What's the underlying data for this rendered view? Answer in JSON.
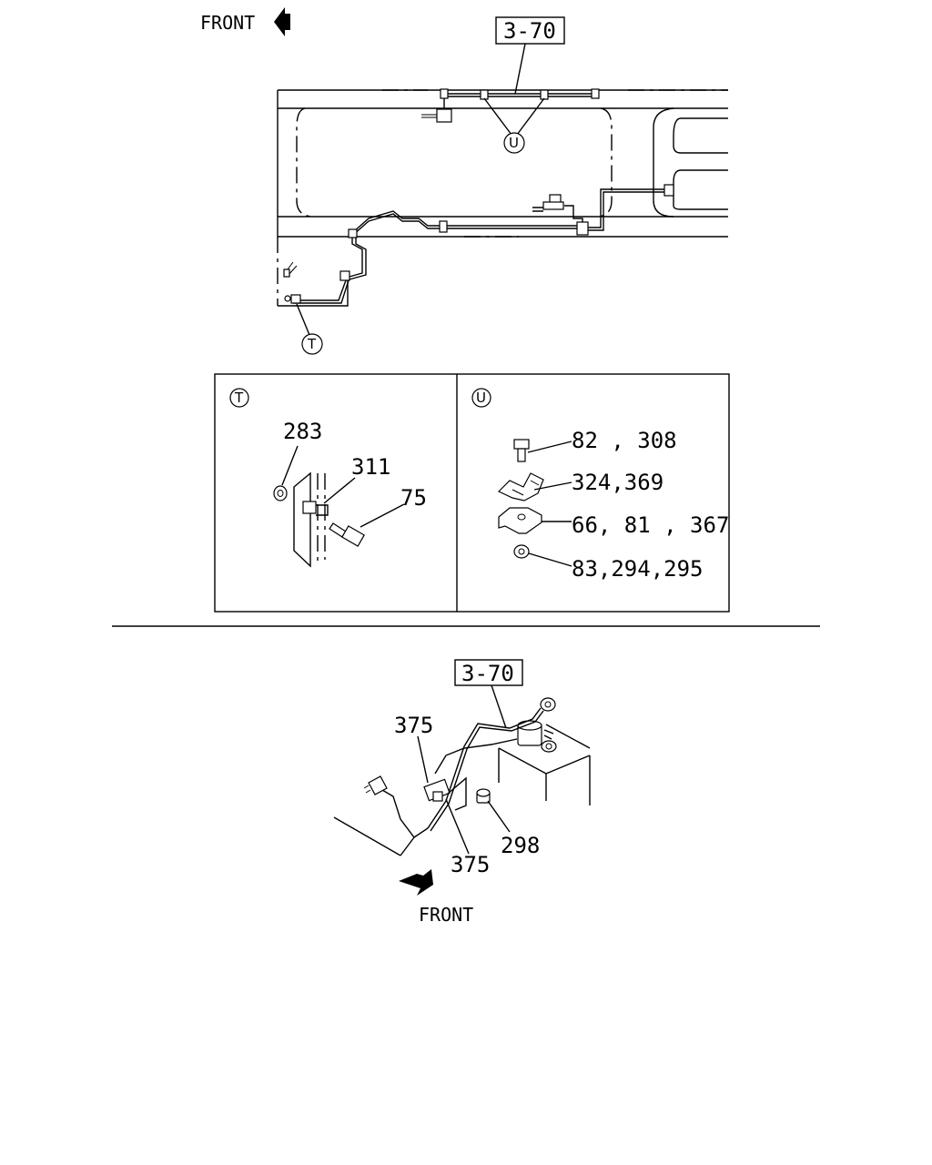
{
  "top_diagram": {
    "front_label": "FRONT",
    "ref_box": "3-70",
    "callout_u": "U",
    "callout_t": "T"
  },
  "detail_t": {
    "marker": "T",
    "parts": [
      "283",
      "311",
      "75"
    ]
  },
  "detail_u": {
    "marker": "U",
    "parts": [
      "82 , 308",
      "324,369",
      "66, 81 , 367",
      "83,294,295"
    ]
  },
  "bottom_diagram": {
    "ref_box": "3-70",
    "parts": [
      "375",
      "375",
      "298"
    ],
    "front_label": "FRONT"
  }
}
